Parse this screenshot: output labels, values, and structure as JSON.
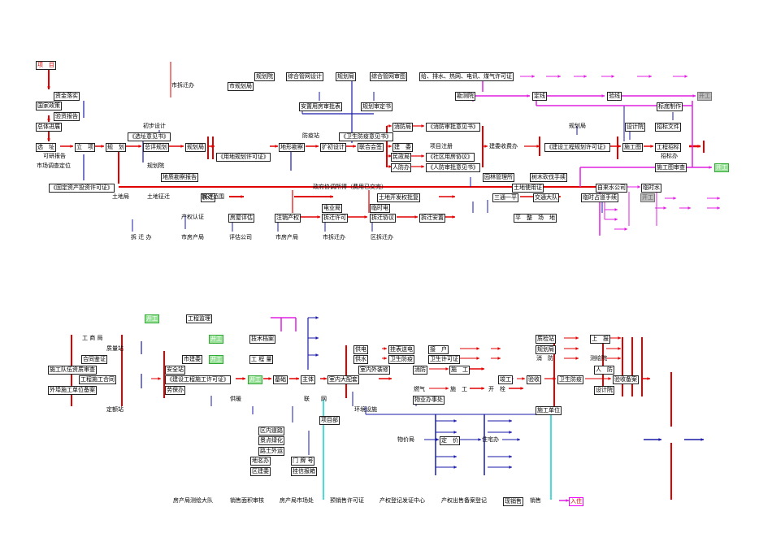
{
  "colors": {
    "red": "#e00000",
    "blue": "#1a1aa8",
    "magenta": "#e020e0",
    "cyan": "#10d0d0",
    "green": "#9be09b"
  },
  "top": {
    "xiangmu": "项　目",
    "zijin": "资金落实",
    "guojia": "国家政策",
    "yanzi": "验资报告",
    "zongti": "总体进展",
    "xuanzhi": "选　址",
    "kexing": "可研报告",
    "shichang": "市场调查定位",
    "lixiang": "立　项",
    "guotu": "《固定资产投资许可证》",
    "tudiju": "土地局",
    "tudizhengqian": "土地征迁",
    "chaiqian": "拆迁",
    "chanquan": "产权认证",
    "chaiqianban": "拆 迁 办",
    "shifangchanju": "市房产局",
    "guihua": "规　划",
    "chubu": "初步设计",
    "xuanzhiyijian": "《选址意见书》",
    "zongping": "总评规划",
    "guihuayuan1": "规划院",
    "dizhi": "地质勘察报告",
    "guihuaju1": "规划局",
    "yongdi": "《用地规划许可证》",
    "shichaiqianban": "市拆迁办",
    "shiguihuaju": "市规划局",
    "zhengfu": "政府协调所得（费用已交完）",
    "guihuayuan2": "规划院",
    "zonghe1": "综合管网设计",
    "guihuaju2": "规划局",
    "zonghe2": "综合管网审图",
    "geipai": "给、排水、热网、电讯、煤气许可证",
    "anzhi": "安置用房审批表",
    "guihuashen": "规划审定书",
    "fangyi": "防疫站",
    "weisheng": "《卫生防疫意见书》",
    "dixing": "地形勘察",
    "kuochu": "扩初设计",
    "lianhe": "联合会签",
    "xiaofangju": "消防局",
    "xiaofangshu": "《消防审批意见书》",
    "jianshe": "建　委",
    "xiangmuzhuce": "项目注册",
    "minzheng": "民政局",
    "shequ": "《社区用房协议》",
    "renfang": "人防办",
    "renfangshu": "《人防审批意见书》",
    "jianweishou": "建委收费办",
    "yuanlin": "园林管理所",
    "shumu": "树木砍伐手续",
    "tudishiyong": "土地使用证",
    "santong": "三通一平",
    "jiaotong": "交通大队",
    "pingzheng": "平　整　场　地",
    "lianfang": "联合会签",
    "tudikaifa": "土地开发权批复",
    "chaiqianfanwei": "拆迁范围",
    "dianye": "电业局",
    "linshidian": "临时电",
    "fangwupinggu": "房屋评估",
    "zhuxiao": "注销产权",
    "chaiqianxuke": "拆迁许可",
    "chaiqianxieyi": "拆迁协议",
    "chaiqiananzhi": "拆迁安置",
    "pinggu": "评估公司",
    "shifangchan2": "市房产局",
    "shichaiqian2": "市拆迁办",
    "quchaiqian": "区拆迁办",
    "kanchayuan": "勘测院",
    "dingxian": "定线",
    "yanxian": "验线",
    "guihuaju3": "规划局",
    "jianshexuke": "《建设工程规划许可证》",
    "sheji": "设计院",
    "shigongtu": "施工图",
    "zhaobiao": "招标文件",
    "biaodi": "标底制作",
    "gongcheng": "工程招标",
    "zhaobiaoban": "招标办",
    "shigongshen": "施工图审查",
    "zilaishui": "自来水公司",
    "linshishui": "临时水",
    "linshizhandao": "临时占道手续",
    "kaigong": "开工",
    "gy1": "开工",
    "gy2": "开工"
  },
  "bottom": {
    "kaigong1": "开工",
    "gongchengjianli": "工程监理",
    "gongshangju": "工 商 局",
    "zhiliang": "质量站",
    "hetong": "合同鉴证",
    "shigongdui": "施工队伍资质审查",
    "gongchengshigong": "工程施工合同",
    "waidi": "外埠施工单位备案",
    "dinge": "定额站",
    "shijianwei": "市建委",
    "anquan": "安全站",
    "jiangongxuke": "《建设工程施工许可证》",
    "zhuanbao": "劳保办",
    "kaigong2": "开工",
    "kaigong3": "开工",
    "gongshui": "供暖",
    "jishu": "技术档案",
    "gongchengliang": "工 程 量",
    "kaigong4": "开工",
    "jichu": "基础",
    "zhuti": "主体",
    "shinei": "室内大配套",
    "lianwang": "联　　网",
    "xiangmubu": "项目部",
    "huanjing": "环境设施",
    "gongdian": "供电",
    "gongshui2": "供水",
    "shineiwai": "室内外装修",
    "nuanqi": "燃气",
    "wuye": "物业办事处",
    "jiezhu": "挂表送电",
    "weisheng2": "卫生防疫",
    "xiaofang2": "消防",
    "zhuanhu": "接　户",
    "weishengxuke": "卫生许可证",
    "shigong1": "施　工",
    "shigong2": "施　工",
    "kaishui": "开　栓",
    "gongyun": "竣工",
    "yanshou": "验收",
    "zhiliangjian": "质检站",
    "guihuaju4": "规划局",
    "xiaofang3": "消　防",
    "weishengfangyi": "卫生防疫",
    "renfang2": "人　防",
    "shejiyuan2": "设计院",
    "yanshoubeian": "验收备案",
    "cehuiyuan": "测绘院",
    "shangui": "上　报",
    "shigongdanwei": "施工单位",
    "qunei": "区内道路",
    "jingdian": "景点绿化",
    "jiantu": "路土外运",
    "diming": "地名办",
    "menpai": "门 牌 号",
    "quzhengfu": "区建委",
    "guanggao": "挂信报箱",
    "wujia": "物价局",
    "dingjia": "定　价",
    "zhuzhai": "住宅办",
    "fangchanceliang": "房产局测绘大队",
    "xiaoshou": "销售面积审核",
    "shichang2": "房产局市场处",
    "yushou": "预销售许可证",
    "chanquandengji": "产权登记发证中心",
    "chanquanbeian": "产权出售备案登记",
    "xianshou": "现销售",
    "xiaoshou2": "销售",
    "ruzhu": "入住"
  }
}
